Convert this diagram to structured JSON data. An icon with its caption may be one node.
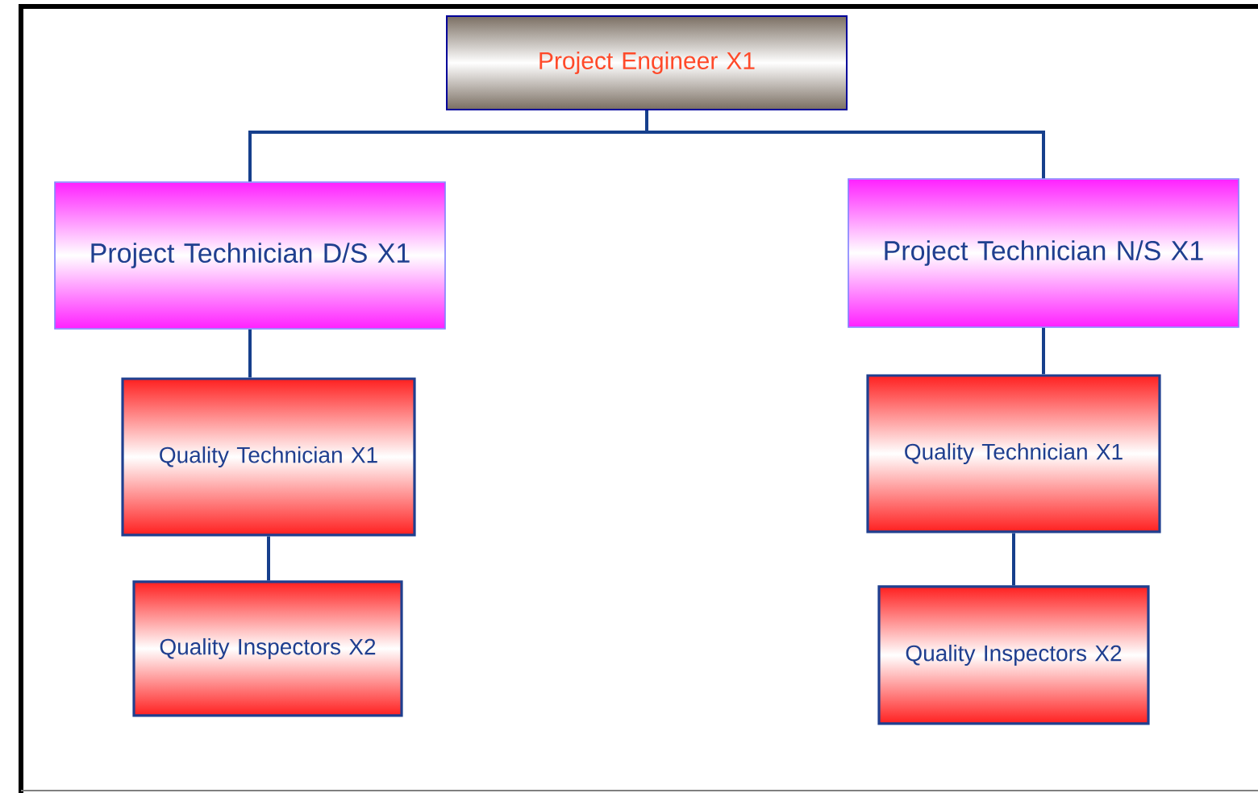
{
  "diagram": {
    "nodes": [
      {
        "text": [
          "Project Engineer  X1"
        ]
      },
      {
        "text": [
          "Project Technician  D/S X1"
        ]
      },
      {
        "text": [
          "Project Technician  N/S X1"
        ]
      },
      {
        "text": [
          "Quality Technician X1"
        ]
      },
      {
        "text": [
          "Quality Inspectors X2"
        ]
      },
      {
        "text": [
          "Quality Technician X1"
        ]
      },
      {
        "text": [
          "Quality Inspectors X2"
        ]
      }
    ],
    "edges": [
      {
        "from": 0,
        "to": 1,
        "arrow": "none"
      },
      {
        "from": 0,
        "to": 2,
        "arrow": "none"
      },
      {
        "from": 1,
        "to": 3,
        "arrow": "none"
      },
      {
        "from": 3,
        "to": 4,
        "arrow": "none"
      },
      {
        "from": 2,
        "to": 5,
        "arrow": "none"
      },
      {
        "from": 5,
        "to": 6,
        "arrow": "none"
      }
    ]
  }
}
